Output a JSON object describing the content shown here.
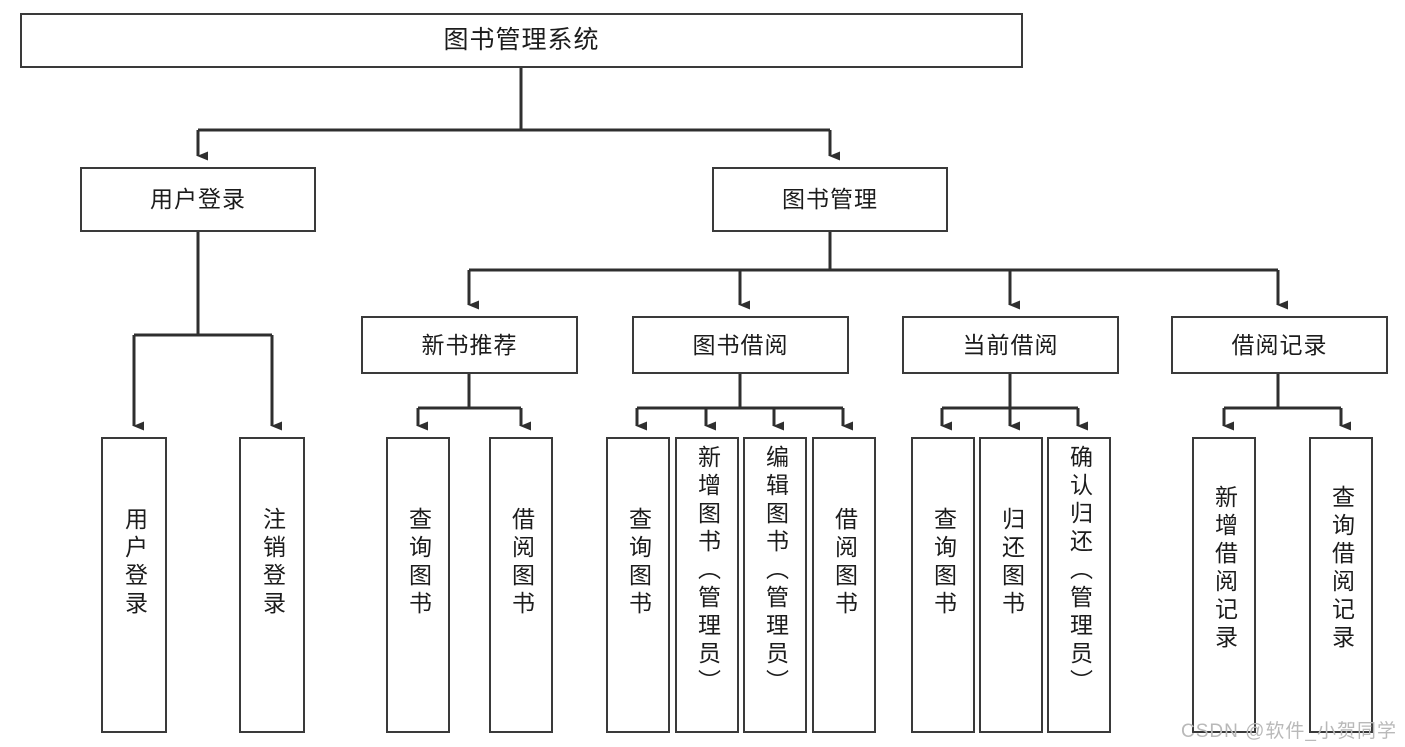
{
  "diagram": {
    "title": "图书管理系统",
    "type": "tree-hierarchy-chart",
    "watermark": "CSDN @软件_小贺同学",
    "colors": {
      "node_border": "#3a3a3a",
      "node_fill": "#ffffff",
      "connector": "#2f2f2f",
      "text": "#1c1c1c",
      "watermark": "#b9b9b9"
    },
    "root": {
      "label": "图书管理系统"
    },
    "level2": [
      {
        "label": "用户登录"
      },
      {
        "label": "图书管理"
      }
    ],
    "level3": [
      {
        "label": "新书推荐"
      },
      {
        "label": "图书借阅"
      },
      {
        "label": "当前借阅"
      },
      {
        "label": "借阅记录"
      }
    ],
    "leaves_user_login": [
      {
        "label": "用户登录"
      },
      {
        "label": "注销登录"
      }
    ],
    "leaves_new_book": [
      {
        "label": "查询图书"
      },
      {
        "label": "借阅图书"
      }
    ],
    "leaves_borrow": [
      {
        "label": "查询图书"
      },
      {
        "label": "新增图书（管理员）"
      },
      {
        "label": "编辑图书（管理员）"
      },
      {
        "label": "借阅图书"
      }
    ],
    "leaves_current": [
      {
        "label": "查询图书"
      },
      {
        "label": "归还图书"
      },
      {
        "label": "确认归还（管理员）"
      }
    ],
    "leaves_records": [
      {
        "label": "新增借阅记录"
      },
      {
        "label": "查询借阅记录"
      }
    ]
  }
}
